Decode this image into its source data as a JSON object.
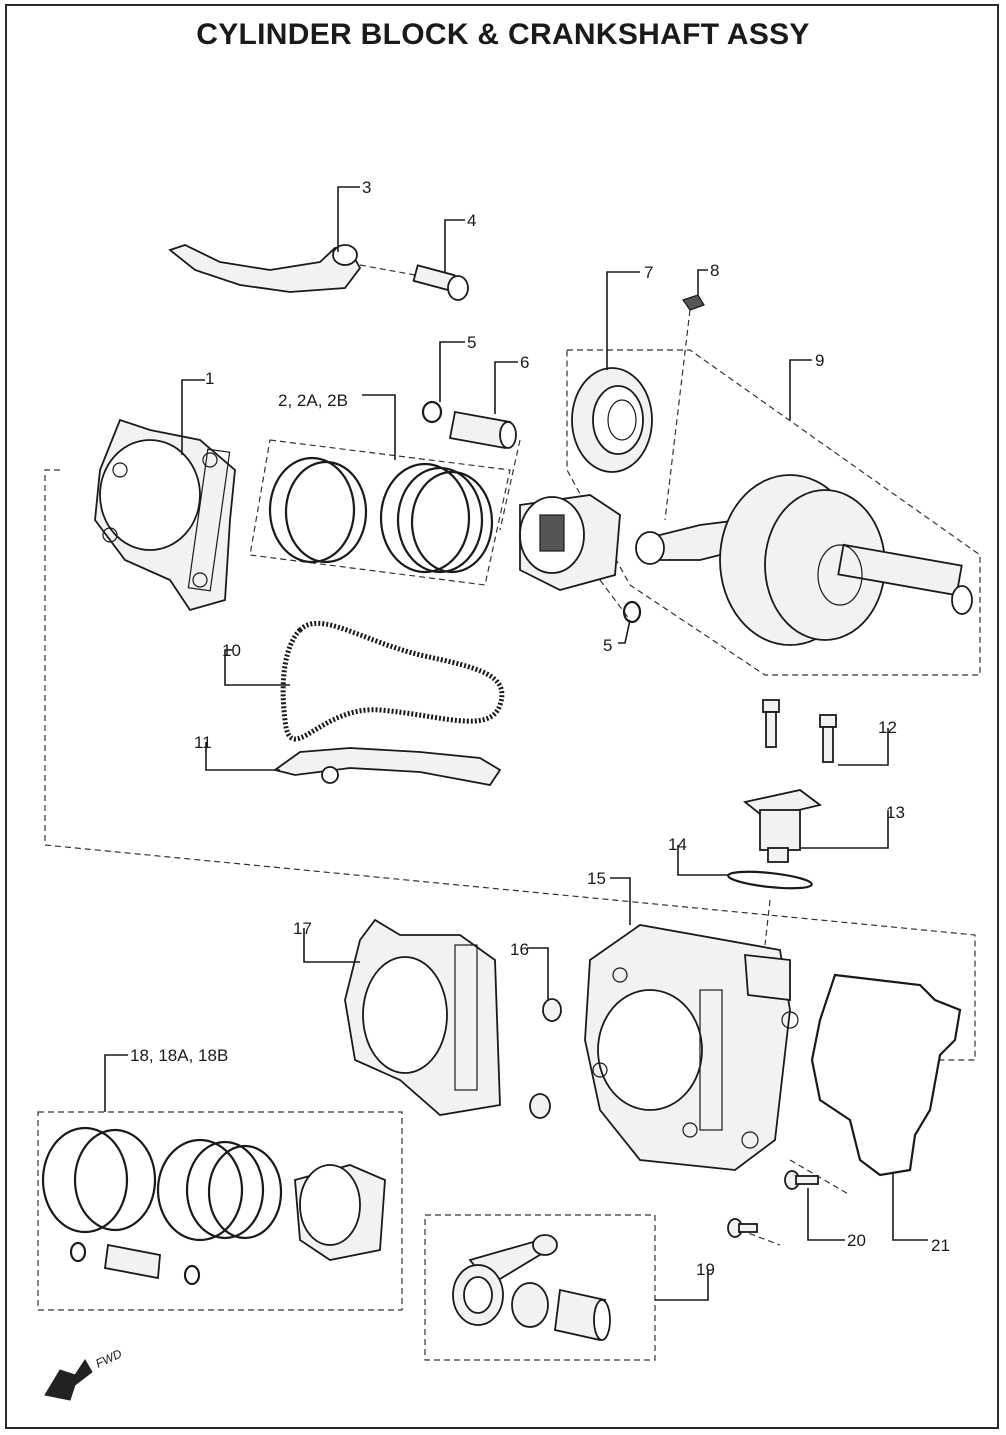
{
  "title": "CYLINDER BLOCK & CRANKSHAFT ASSY",
  "callouts": [
    {
      "id": "c1",
      "text": "1"
    },
    {
      "id": "c2",
      "text": "2, 2A, 2B"
    },
    {
      "id": "c3",
      "text": "3"
    },
    {
      "id": "c4",
      "text": "4"
    },
    {
      "id": "c5a",
      "text": "5"
    },
    {
      "id": "c5b",
      "text": "5"
    },
    {
      "id": "c6",
      "text": "6"
    },
    {
      "id": "c7",
      "text": "7"
    },
    {
      "id": "c8",
      "text": "8"
    },
    {
      "id": "c9",
      "text": "9"
    },
    {
      "id": "c10",
      "text": "10"
    },
    {
      "id": "c11",
      "text": "11"
    },
    {
      "id": "c12",
      "text": "12"
    },
    {
      "id": "c13",
      "text": "13"
    },
    {
      "id": "c14",
      "text": "14"
    },
    {
      "id": "c15",
      "text": "15"
    },
    {
      "id": "c16",
      "text": "16"
    },
    {
      "id": "c17",
      "text": "17"
    },
    {
      "id": "c18",
      "text": "18, 18A, 18B"
    },
    {
      "id": "c19",
      "text": "19"
    },
    {
      "id": "c20",
      "text": "20"
    },
    {
      "id": "c21",
      "text": "21"
    }
  ],
  "fwd_label": "FWD"
}
